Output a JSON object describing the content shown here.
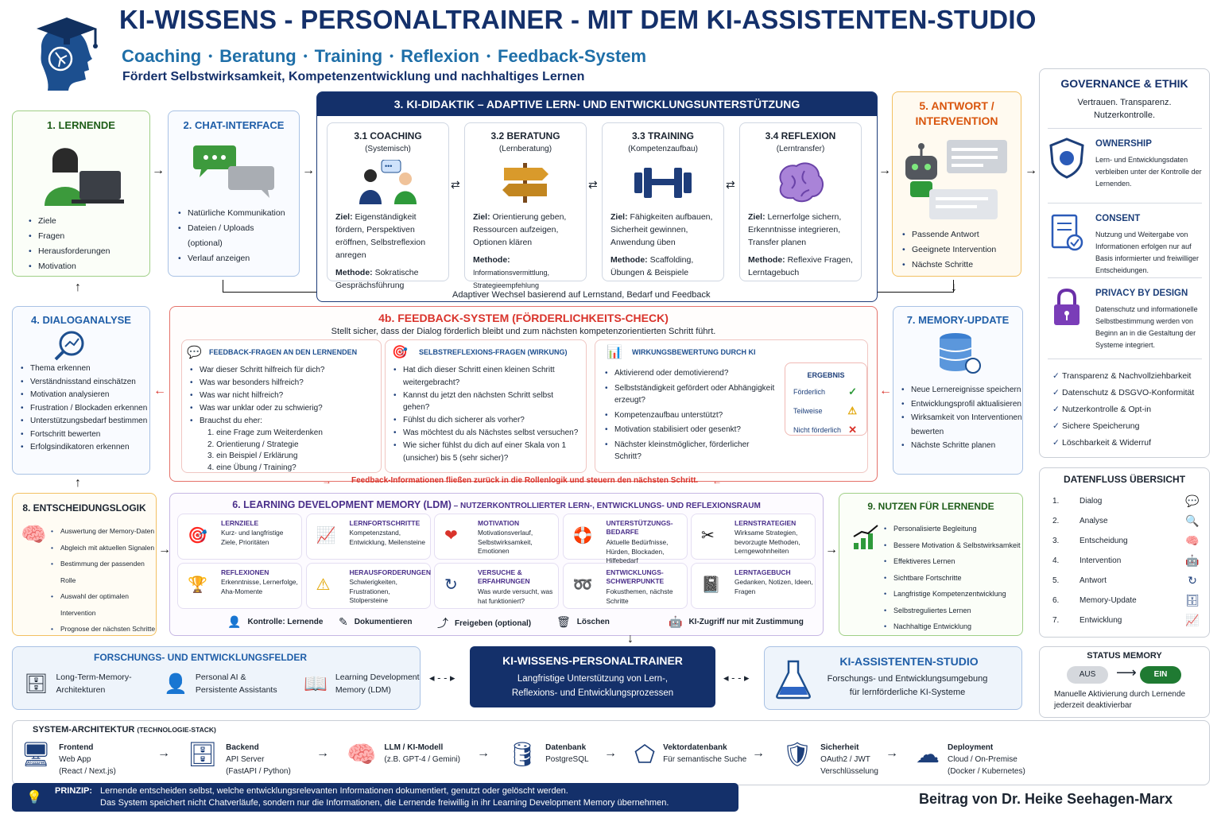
{
  "header": {
    "title": "KI-WISSENS - PERSONALTRAINER - MIT DEM KI-ASSISTENTEN-STUDIO",
    "subtitle_items": [
      "Coaching",
      "Beratung",
      "Training",
      "Reflexion",
      "Feedback-System"
    ],
    "sep": "•",
    "tagline": "Fördert Selbstwirksamkeit, Kompetenzentwicklung und nachhaltiges Lernen"
  },
  "lernende": {
    "title": "1. LERNENDE",
    "items": [
      "Ziele",
      "Fragen",
      "Herausforderungen",
      "Motivation"
    ]
  },
  "chat": {
    "title": "2. CHAT-INTERFACE",
    "items": [
      "Natürliche Kommunikation",
      "Dateien / Uploads",
      "(optional)",
      "Verlauf anzeigen"
    ]
  },
  "didaktik": {
    "title": "3. KI-DIDAKTIK – ADAPTIVE LERN- UND ENTWICKLUNGSUNTERSTÜTZUNG",
    "footer": "Adaptiver Wechsel basierend auf Lernstand, Bedarf und Feedback",
    "cards": [
      {
        "title": "3.1 COACHING",
        "sub": "(Systemisch)",
        "ziel_label": "Ziel:",
        "ziel": "Eigenständigkeit fördern, Perspektiven eröffnen, Selbstreflexion anregen",
        "methode_label": "Methode:",
        "methode": "Sokratische Gesprächsführung"
      },
      {
        "title": "3.2 BERATUNG",
        "sub": "(Lernberatung)",
        "ziel_label": "Ziel:",
        "ziel": "Orientierung geben, Ressourcen aufzeigen, Optionen klären",
        "methode_label": "Methode:",
        "methode": "Informationsvermittlung, Strategieempfehlung"
      },
      {
        "title": "3.3 TRAINING",
        "sub": "(Kompetenzaufbau)",
        "ziel_label": "Ziel:",
        "ziel": "Fähigkeiten aufbauen, Sicherheit gewinnen, Anwendung üben",
        "methode_label": "Methode:",
        "methode": "Scaffolding, Übungen & Beispiele"
      },
      {
        "title": "3.4 REFLEXION",
        "sub": "(Lerntransfer)",
        "ziel_label": "Ziel:",
        "ziel": "Lernerfolge sichern, Erkenntnisse integrieren, Transfer planen",
        "methode_label": "Methode:",
        "methode": "Reflexive Fragen, Lerntagebuch"
      }
    ]
  },
  "antwort": {
    "title": "5. ANTWORT / INTERVENTION",
    "items": [
      "Passende Antwort",
      "Geeignete Intervention",
      "Nächste Schritte"
    ]
  },
  "governance": {
    "title": "GOVERNANCE & ETHIK",
    "sub": "Vertrauen. Transparenz. Nutzerkontrolle.",
    "sections": [
      {
        "title": "OWNERSHIP",
        "text": "Lern- und Entwicklungsdaten verbleiben unter der Kontrolle der Lernenden."
      },
      {
        "title": "CONSENT",
        "text": "Nutzung und Weitergabe von Informationen erfolgen nur auf Basis informierter und freiwilliger Entscheidungen."
      },
      {
        "title": "PRIVACY BY DESIGN",
        "text": "Datenschutz und informationelle Selbstbestimmung werden von Beginn an in die Gestaltung der Systeme integriert."
      }
    ],
    "checks": [
      "Transparenz & Nachvollziehbarkeit",
      "Datenschutz & DSGVO-Konformität",
      "Nutzerkontrolle & Opt-in",
      "Sichere Speicherung",
      "Löschbarkeit & Widerruf"
    ]
  },
  "dialog": {
    "title": "4. DIALOGANALYSE",
    "items": [
      "Thema erkennen",
      "Verständnisstand einschätzen",
      "Motivation analysieren",
      "Frustration / Blockaden erkennen",
      "Unterstützungsbedarf bestimmen",
      "Fortschritt bewerten",
      "Erfolgsindikatoren erkennen"
    ]
  },
  "feedback": {
    "title": "4b. FEEDBACK-SYSTEM (FÖRDERLICHKEITS-CHECK)",
    "sub": "Stellt sicher, dass der Dialog förderlich bleibt und zum nächsten kompetenzorientierten Schritt führt.",
    "footer": "Feedback-Informationen fließen zurück in die Rollenlogik und steuern den nächsten Schritt.",
    "col1": {
      "title": "FEEDBACK-FRAGEN AN DEN LERNENDEN",
      "items": [
        "War dieser Schritt hilfreich für dich?",
        "Was war besonders hilfreich?",
        "Was war nicht hilfreich?",
        "Was war unklar oder zu schwierig?",
        "Brauchst du eher:"
      ],
      "sub": [
        "1.  eine Frage zum Weiterdenken",
        "2.  Orientierung / Strategie",
        "3.  ein Beispiel / Erklärung",
        "4.  eine Übung / Training?"
      ]
    },
    "col2": {
      "title": "SELBSTREFLEXIONS-FRAGEN (WIRKUNG)",
      "items": [
        "Hat dich dieser Schritt einen kleinen Schritt weitergebracht?",
        "Kannst du jetzt den nächsten Schritt selbst gehen?",
        "Fühlst du dich sicherer als vorher?",
        "Was möchtest du als Nächstes selbst versuchen?",
        "Wie sicher fühlst du dich auf einer Skala von 1 (unsicher) bis 5 (sehr sicher)?"
      ]
    },
    "col3": {
      "title": "WIRKUNGSBEWERTUNG DURCH KI",
      "items": [
        "Aktivierend oder demotivierend?",
        "Selbstständigkeit gefördert oder Abhängigkeit erzeugt?",
        "Kompetenzaufbau unterstützt?",
        "Motivation stabilisiert oder gesenkt?",
        "Nächster kleinstmöglicher, förderlicher Schritt?"
      ]
    },
    "result": {
      "title": "ERGEBNIS",
      "rows": [
        {
          "label": "Förderlich",
          "icon": "✓",
          "color": "#2e9a3a"
        },
        {
          "label": "Teilweise",
          "icon": "⚠",
          "color": "#e0a400"
        },
        {
          "label": "Nicht förderlich",
          "icon": "✕",
          "color": "#d9332b"
        }
      ]
    }
  },
  "memory": {
    "title": "7. MEMORY-UPDATE",
    "items": [
      "Neue Lernereignisse speichern",
      "Entwicklungsprofil aktualisieren",
      "Wirksamkeit von Interventionen bewerten",
      "Nächste Schritte planen"
    ]
  },
  "datenfluss": {
    "title": "DATENFLUSS ÜBERSICHT",
    "rows": [
      {
        "n": "1.",
        "label": "Dialog",
        "icon": "💬"
      },
      {
        "n": "2.",
        "label": "Analyse",
        "icon": "🔍"
      },
      {
        "n": "3.",
        "label": "Entscheidung",
        "icon": "🧠"
      },
      {
        "n": "4.",
        "label": "Intervention",
        "icon": "🤖"
      },
      {
        "n": "5.",
        "label": "Antwort",
        "icon": "↻"
      },
      {
        "n": "6.",
        "label": "Memory-Update",
        "icon": "🗄"
      },
      {
        "n": "7.",
        "label": "Entwicklung",
        "icon": "📈"
      }
    ]
  },
  "entscheidung": {
    "title": "8. ENTSCHEIDUNGSLOGIK",
    "items": [
      "Auswertung der Memory-Daten",
      "Abgleich mit aktuellen Signalen",
      "Bestimmung der passenden Rolle",
      "Auswahl der optimalen Intervention",
      "Prognose der nächsten Schritte"
    ]
  },
  "ldm": {
    "title": "6. LEARNING DEVELOPMENT MEMORY (LDM)",
    "title2": " – NUTZERKONTROLLIERTER LERN-, ENTWICKLUNGS- UND REFLEXIONSRAUM",
    "cells": [
      {
        "title": "LERNZIELE",
        "text": "Kurz- und langfristige Ziele, Prioritäten",
        "icon": "🎯"
      },
      {
        "title": "LERNFORTSCHRITTE",
        "text": "Kompetenzstand, Entwicklung, Meilensteine",
        "icon": "📈"
      },
      {
        "title": "MOTIVATION",
        "text": "Motivationsverlauf, Selbstwirksamkeit, Emotionen",
        "icon": "❤"
      },
      {
        "title": "UNTERSTÜTZUNGS-BEDARFE",
        "text": "Aktuelle Bedürfnisse, Hürden, Blockaden, Hilfebedarf",
        "icon": "🛟"
      },
      {
        "title": "LERNSTRATEGIEN",
        "text": "Wirksame Strategien, bevorzugte Methoden, Lerngewohnheiten",
        "icon": "✂"
      },
      {
        "title": "REFLEXIONEN",
        "text": "Erkenntnisse, Lernerfolge, Aha-Momente",
        "icon": "🏆"
      },
      {
        "title": "HERAUSFORDERUNGEN",
        "text": "Schwierigkeiten, Frustrationen, Stolpersteine",
        "icon": "⚠"
      },
      {
        "title": "VERSUCHE & ERFAHRUNGEN",
        "text": "Was wurde versucht, was hat funktioniert?",
        "icon": "↻"
      },
      {
        "title": "ENTWICKLUNGS-SCHWERPUNKTE",
        "text": "Fokusthemen, nächste Schritte",
        "icon": "➿"
      },
      {
        "title": "LERNTAGEBUCH",
        "text": "Gedanken, Notizen, Ideen, Fragen",
        "icon": "📓"
      }
    ],
    "footer": [
      {
        "label": "Kontrolle: Lernende",
        "icon": "👤"
      },
      {
        "label": "Dokumentieren",
        "icon": "✎"
      },
      {
        "label": "Freigeben (optional)",
        "icon": "⤴"
      },
      {
        "label": "Löschen",
        "icon": "🗑"
      },
      {
        "label": "KI-Zugriff nur mit Zustimmung",
        "icon": "🤖"
      }
    ]
  },
  "nutzen": {
    "title": "9. NUTZEN FÜR LERNENDE",
    "items": [
      "Personalisierte Begleitung",
      "Bessere Motivation & Selbstwirksamkeit",
      "Effektiveres Lernen",
      "Sichtbare Fortschritte",
      "Langfristige Kompetenzentwicklung",
      "Selbstreguliertes Lernen",
      "Nachhaltige Entwicklung"
    ]
  },
  "status": {
    "title": "STATUS MEMORY",
    "off": "AUS",
    "on": "EIN",
    "text": "Manuelle Aktivierung durch Lernende jederzeit deaktivierbar"
  },
  "forschung": {
    "title": "FORSCHUNGS- UND ENTWICKLUNGSFELDER",
    "items": [
      {
        "label": "Long-Term-Memory-Architekturen",
        "icon": "🗄"
      },
      {
        "label": "Personal AI & Persistente Assistants",
        "icon": "👤"
      },
      {
        "label": "Learning Development Memory (LDM)",
        "icon": "📖"
      }
    ]
  },
  "center": {
    "title": "KI-WISSENS-PERSONALTRAINER",
    "text": "Langfristige Unterstützung von Lern-, Reflexions- und Entwicklungsprozessen"
  },
  "studio": {
    "title": "KI-ASSISTENTEN-STUDIO",
    "text": "Forschungs- und Entwicklungsumgebung für lernförderliche KI-Systeme"
  },
  "arch": {
    "title": "SYSTEM-ARCHITEKTUR",
    "sub": "(TECHNOLOGIE-STACK)",
    "items": [
      {
        "title": "Frontend",
        "lines": [
          "Web App",
          "(React / Next.js)"
        ],
        "icon": "🖥"
      },
      {
        "title": "Backend",
        "lines": [
          "API Server",
          "(FastAPI / Python)"
        ],
        "icon": "🗄"
      },
      {
        "title": "LLM / KI-Modell",
        "lines": [
          "(z.B. GPT-4 / Gemini)"
        ],
        "icon": "🧠"
      },
      {
        "title": "Datenbank",
        "lines": [
          "PostgreSQL"
        ],
        "icon": "🛢"
      },
      {
        "title": "Vektordatenbank",
        "lines": [
          "Für semantische Suche"
        ],
        "icon": "⬠"
      },
      {
        "title": "Sicherheit",
        "lines": [
          "OAuth2 / JWT",
          "Verschlüsselung"
        ],
        "icon": "🛡"
      },
      {
        "title": "Deployment",
        "lines": [
          "Cloud / On-Premise",
          "(Docker / Kubernetes)"
        ],
        "icon": "☁"
      }
    ]
  },
  "prinzip": {
    "label": "PRINZIP:",
    "line1": "Lernende entscheiden selbst, welche entwicklungsrelevanten Informationen dokumentiert, genutzt oder gelöscht werden.",
    "line2": "Das System speichert nicht Chatverläufe, sondern nur die Informationen, die Lernende freiwillig in ihr Learning Development Memory übernehmen."
  },
  "credit": "Beitrag von Dr. Heike Seehagen-Marx",
  "colors": {
    "navy": "#14306a",
    "accent": "#1f6fa8",
    "green": "#3a8a2a",
    "red": "#d9332b",
    "orange": "#d9560e",
    "purple": "#4a2f8a"
  }
}
